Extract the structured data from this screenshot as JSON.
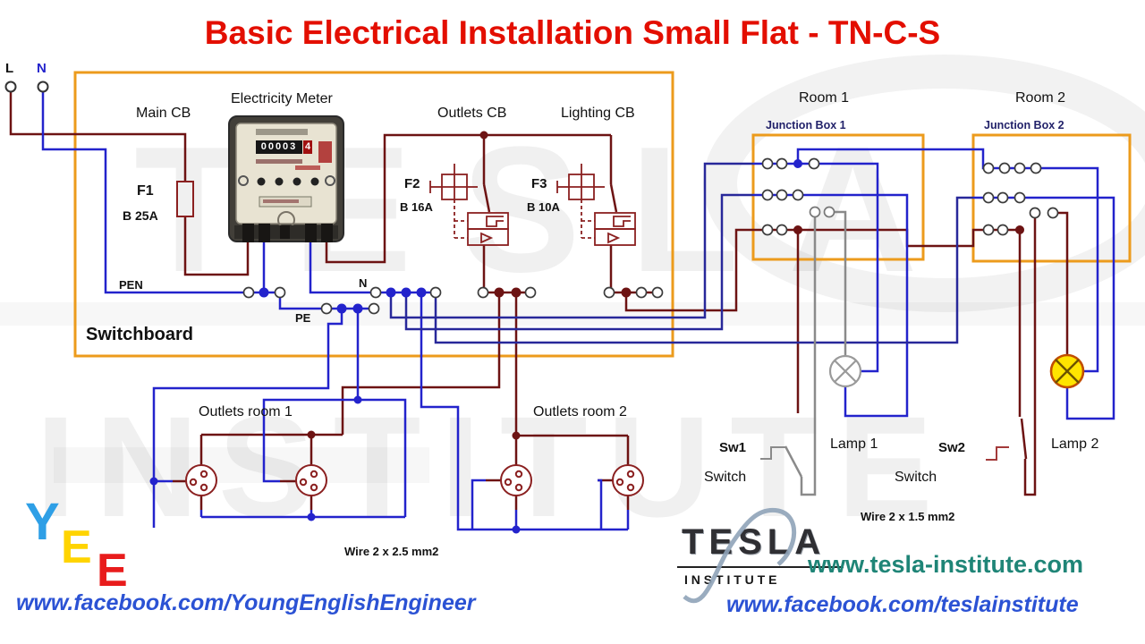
{
  "title": {
    "text": "Basic Electrical Installation Small Flat - TN-C-S"
  },
  "colors": {
    "title_red": "#e30e00",
    "wire_live_maroon": "#6d1313",
    "wire_neutral_blue": "#2323cc",
    "wire_neutral_navy": "#28289a",
    "wire_switched_gray": "#8a8a8a",
    "enclosure_orange": "#ec9b1c",
    "lamp_on_yellow": "#ffe400",
    "link_blue": "#2b52d4",
    "site_teal": "#1f8577"
  },
  "supply": {
    "line_label": "L",
    "neutral_label": "N"
  },
  "switchboard": {
    "label": "Switchboard",
    "main_cb_label": "Main CB",
    "meter_label": "Electricity Meter",
    "outlets_cb_label": "Outlets CB",
    "lighting_cb_label": "Lighting CB",
    "f1_label": "F1",
    "f1_rating": "B 25A",
    "f2_label": "F2",
    "f2_rating": "B 16A",
    "f3_label": "F3",
    "f3_rating": "B 10A",
    "pen_label": "PEN",
    "pe_label": "PE",
    "neutral_bus_label": "N",
    "meter_reading": "00003",
    "meter_reading_last": "4"
  },
  "rooms": {
    "room1_label": "Room 1",
    "room2_label": "Room 2",
    "junction_box1_label": "Junction Box 1",
    "junction_box2_label": "Junction Box 2"
  },
  "circuits": {
    "outlets_room1_label": "Outlets room 1",
    "outlets_room2_label": "Outlets room 2",
    "outlets_wire_label": "Wire 2 x 2.5 mm2",
    "lighting_wire_label": "Wire 2 x 1.5 mm2",
    "sw1_label": "Sw1",
    "sw1_caption": "Switch",
    "lamp1_label": "Lamp 1",
    "sw2_label": "Sw2",
    "sw2_caption": "Switch",
    "lamp2_label": "Lamp 2"
  },
  "footer": {
    "yee_y": "Y",
    "yee_e1": "E",
    "yee_e2": "E",
    "facebook_left": "www.facebook.com/YoungEnglishEngineer",
    "tesla_wordmark": "TESLA",
    "institute_wordmark": "I N S T I T U T E",
    "website": "www.tesla-institute.com",
    "facebook_right": "www.facebook.com/teslainstitute"
  },
  "watermark": {
    "line1": "TESLA",
    "line2": "INSTITUTE"
  }
}
